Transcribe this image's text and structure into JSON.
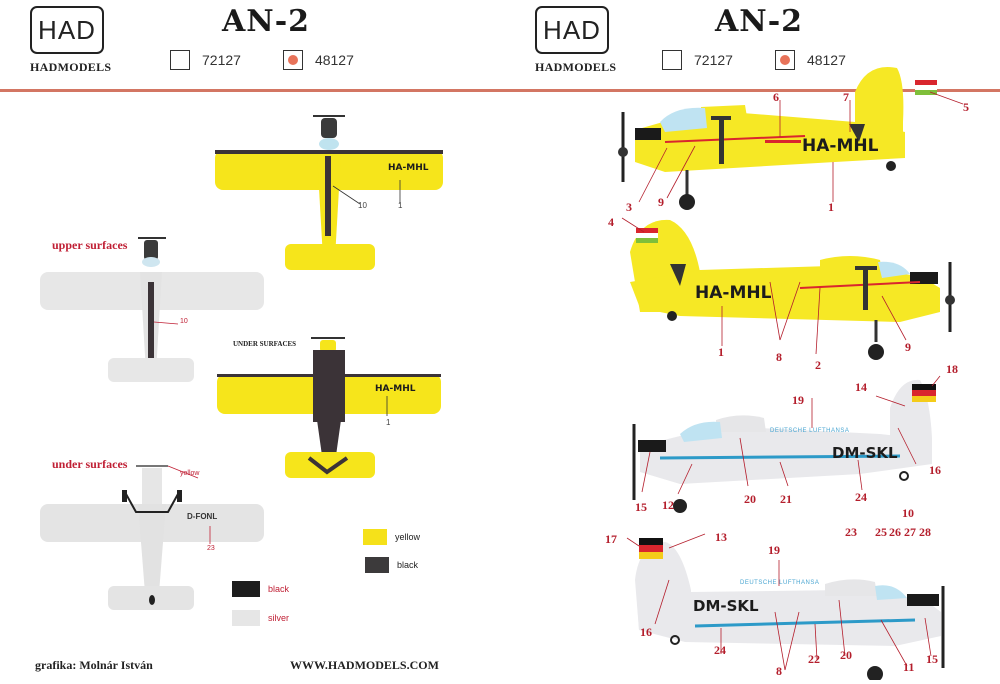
{
  "header": {
    "left": {
      "logo": "HAD",
      "brand": "HADMODELS",
      "title": "AN-2",
      "scales": [
        {
          "label": "72127",
          "selected": false
        },
        {
          "label": "48127",
          "selected": true
        }
      ]
    },
    "right": {
      "logo": "HAD",
      "brand": "HADMODELS",
      "title": "AN-2",
      "scales": [
        {
          "label": "72127",
          "selected": false
        },
        {
          "label": "48127",
          "selected": true
        }
      ]
    },
    "accent_color": "#d37663",
    "selected_dot_color": "#e8735a"
  },
  "left_panel": {
    "upper_surfaces_label": "upper surfaces",
    "under_surfaces_label_caps": "UNDER SURFACES",
    "under_surfaces_label": "under surfaces",
    "yellow_top_view": {
      "registration": "HA-MHL",
      "callouts": [
        "10",
        "1"
      ]
    },
    "silver_top_view": {
      "callouts": [
        "10"
      ]
    },
    "yellow_under_view": {
      "registration": "HA-MHL",
      "callouts": [
        "1"
      ]
    },
    "silver_under_view": {
      "registration": "D-FONL",
      "callouts": [
        "23"
      ],
      "prop_note": "yellow"
    },
    "legend_yellow_scheme": [
      {
        "label": "yellow",
        "color": "#f5e11a"
      },
      {
        "label": "black",
        "color": "#3c3a3b"
      }
    ],
    "legend_silver_scheme": [
      {
        "label": "black",
        "color": "#1d1d1d"
      },
      {
        "label": "silver",
        "color": "#e6e6e6"
      }
    ],
    "credit": "grafika: Molnár István",
    "website": "WWW.HADMODELS.COM"
  },
  "right_panel": {
    "profiles": [
      {
        "name": "ha-mhl-left",
        "registration": "HA-MHL",
        "color": "#f6e825",
        "callouts": [
          "6",
          "7",
          "5",
          "3",
          "9",
          "1"
        ]
      },
      {
        "name": "ha-mhl-right",
        "registration": "HA-MHL",
        "color": "#f6e825",
        "callouts": [
          "4",
          "1",
          "8",
          "2",
          "9"
        ]
      },
      {
        "name": "dm-skl-left",
        "registration": "DM-SKL",
        "color": "#e9e9ec",
        "callouts": [
          "18",
          "14",
          "19",
          "16",
          "15",
          "12",
          "20",
          "21",
          "24"
        ]
      },
      {
        "name": "dm-skl-right",
        "registration": "DM-SKL",
        "color": "#e9e9ec",
        "callouts": [
          "17",
          "13",
          "19",
          "16",
          "24",
          "8",
          "22",
          "20",
          "11",
          "15"
        ]
      }
    ],
    "loose_callouts": {
      "row1": "10",
      "row2": [
        "23",
        "25",
        "26",
        "27",
        "28"
      ]
    },
    "airline_text": "DEUTSCHE LUFTHANSA"
  }
}
